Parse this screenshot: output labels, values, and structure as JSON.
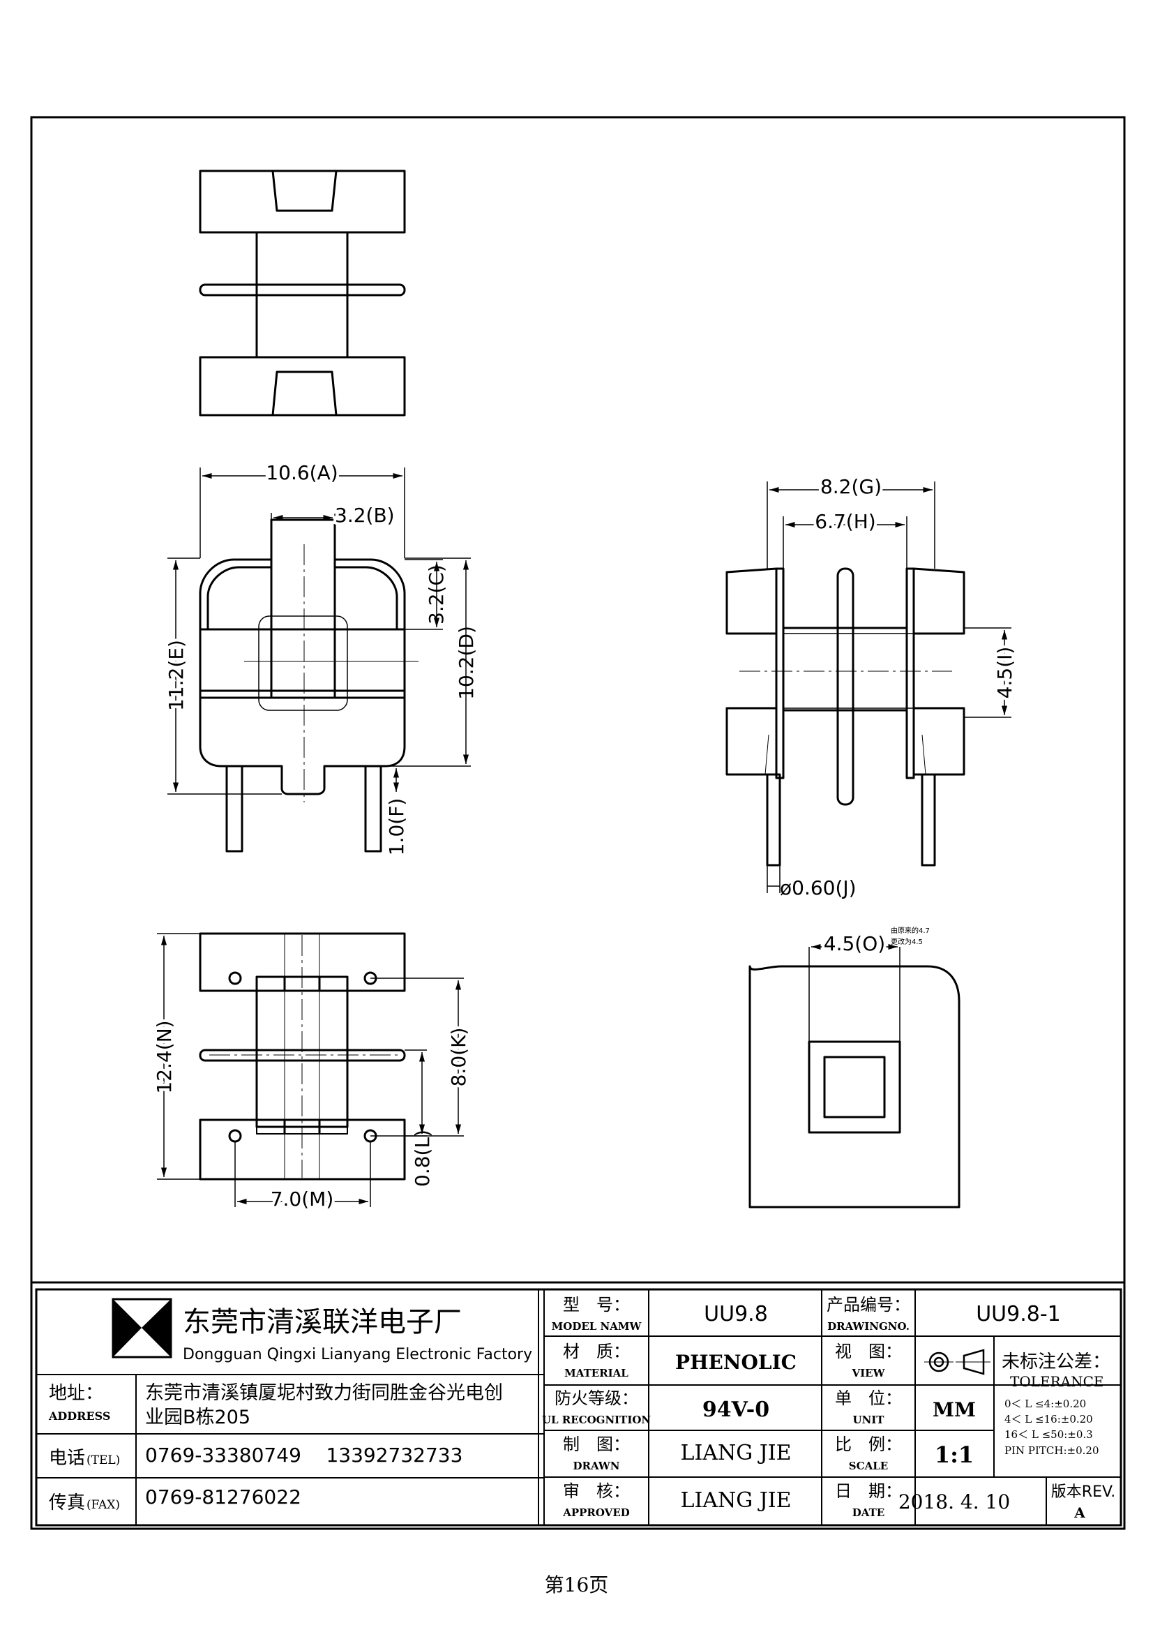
{
  "dimensions": {
    "A": "10.6(A)",
    "B": "3.2(B)",
    "C": "3.2(C)",
    "D": "10.2(D)",
    "E": "11.2(E)",
    "F": "1.0(F)",
    "G": "8.2(G)",
    "H": "6.7(H)",
    "I": "4.5(I)",
    "J": "ø0.60(J)",
    "K": "8.0(K)",
    "L": "0.8(L)",
    "M": "7.0(M)",
    "N": "12.4(N)",
    "O": "4.5(O)"
  },
  "revision_note": [
    "由原来的4.7",
    "更改为4.5"
  ],
  "company": {
    "name_cn": "东莞市清溪联洋电子厂",
    "name_en": "Dongguan Qingxi Lianyang Electronic Factory"
  },
  "contact": {
    "address_label_cn": "地址：",
    "address_label_en": "ADDRESS",
    "address_line1": "东莞市清溪镇厦坭村致力街同胜金谷光电创",
    "address_line2": "业园B栋205",
    "tel_label_cn": "电话",
    "tel_label_en": "(TEL)",
    "tel": "0769-33380749    13392732733",
    "fax_label_cn": "传真",
    "fax_label_en": "(FAX)",
    "fax": "0769-81276022"
  },
  "fields": {
    "model_label_cn": "型　号：",
    "model_label_en": "MODEL NAMW",
    "model": "UU9.8",
    "drawing_no_label_cn": "产品编号：",
    "drawing_no_label_en": "DRAWINGNO.",
    "drawing_no": "UU9.8-1",
    "material_label_cn": "材　质：",
    "material_label_en": "MATERIAL",
    "material": "PHENOLIC",
    "view_label_cn": "视　图：",
    "view_label_en": "VIEW",
    "tolerance_label_cn": "未标注公差：",
    "tolerance_label_en": "TOLERANCE",
    "tolerance_lines": [
      "0＜ L ≤4:±0.20",
      "4＜ L ≤16:±0.20",
      "16＜ L ≤50:±0.3",
      "PIN PITCH:±0.20"
    ],
    "ul_label_cn": "防火等级：",
    "ul_label_en": "UL RECOGNITION",
    "ul": "94V-0",
    "unit_label_cn": "单　位：",
    "unit_label_en": "UNIT",
    "unit": "MM",
    "drawn_label_cn": "制　图：",
    "drawn_label_en": "DRAWN",
    "drawn": "LIANG JIE",
    "scale_label_cn": "比　例：",
    "scale_label_en": "SCALE",
    "scale": "1:1",
    "approved_label_cn": "审　核：",
    "approved_label_en": "APPROVED",
    "approved": "LIANG JIE",
    "date_label_cn": "日　期：",
    "date_label_en": "DATE",
    "date": "2018. 4. 10",
    "rev_label": "版本REV.",
    "rev": "A"
  },
  "page_label": "第16页"
}
